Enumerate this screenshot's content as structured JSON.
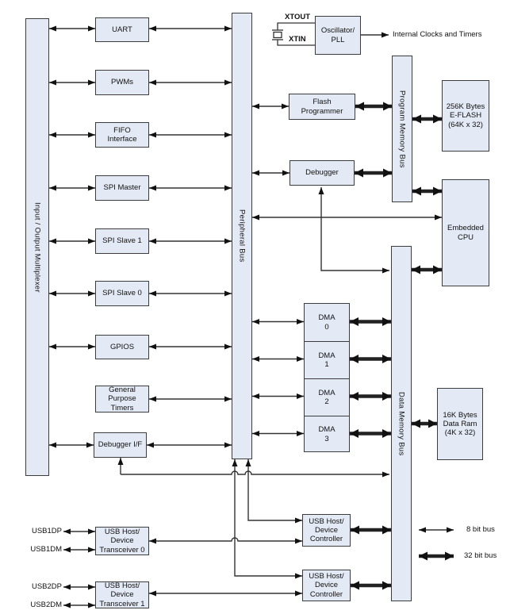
{
  "buses": {
    "io_mux": "Input / Output Multiplexer",
    "peripheral": "Peripheral Bus",
    "program_memory": "Program Memory Bus",
    "data_memory": "Data Memory Bus"
  },
  "left_blocks": [
    {
      "label": "UART"
    },
    {
      "label": "PWMs"
    },
    {
      "label": "FIFO\nInterface"
    },
    {
      "label": "SPI Master"
    },
    {
      "label": "SPI Slave 1"
    },
    {
      "label": "SPI Slave 0"
    },
    {
      "label": "GPIOS"
    },
    {
      "label": "General\nPurpose\nTimers"
    },
    {
      "label": "Debugger I/F"
    }
  ],
  "center_blocks": {
    "oscillator": "Oscillator/\nPLL",
    "flash_programmer": "Flash\nProgrammer",
    "debugger": "Debugger"
  },
  "dma": [
    {
      "label": "DMA\n0"
    },
    {
      "label": "DMA\n1"
    },
    {
      "label": "DMA\n2"
    },
    {
      "label": "DMA\n3"
    }
  ],
  "memory_blocks": {
    "eflash": "256K Bytes\nE-FLASH\n(64K x 32)",
    "cpu": "Embedded\nCPU",
    "data_ram": "16K Bytes\nData Ram\n(4K x 32)"
  },
  "usb": {
    "controllers": [
      {
        "label": "USB Host/\nDevice\nController"
      },
      {
        "label": "USB Host/\nDevice\nController"
      }
    ],
    "transceivers": [
      {
        "label": "USB Host/\nDevice\nTransceiver 0"
      },
      {
        "label": "USB Host/\nDevice\nTransceiver 1"
      }
    ],
    "pins": [
      {
        "label": "USB1DP"
      },
      {
        "label": "USB1DM"
      },
      {
        "label": "USB2DP"
      },
      {
        "label": "USB2DM"
      }
    ]
  },
  "pins": {
    "xtout": "XTOUT",
    "xtin": "XTIN"
  },
  "annotations": {
    "internal_clocks": "Internal Clocks and Timers"
  },
  "legend": [
    {
      "label": "8 bit bus",
      "style": "thin"
    },
    {
      "label": "32 bit bus",
      "style": "thick"
    }
  ],
  "colors": {
    "block_fill": "#e4eaf5",
    "block_border": "#3c3c3c",
    "line": "#333333"
  }
}
